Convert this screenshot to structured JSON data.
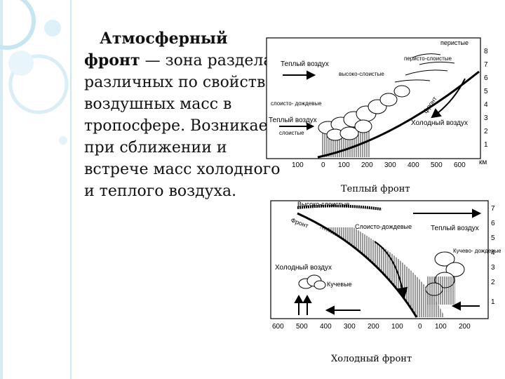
{
  "text": {
    "term": "Атмосферный фронт",
    "definition": " — зона раздела различных по свойствам воздушных масс в тропосфере. Возникает при сближении и встрече масс холодного и теплого воздуха."
  },
  "warm_front": {
    "caption": "Теплый фронт",
    "labels": {
      "warm_air_top": "Теплый воздух",
      "warm_air_left": "Теплый воздух",
      "cold_air": "Холодный воздух",
      "front": "фронт",
      "cirrus": "перистые",
      "cirrostratus": "перисто-слоистые",
      "altostratus": "высоко-слоистые",
      "nimbostratus": "слоисто- дождевые",
      "stratus": "слоистые"
    },
    "height_axis": [
      "8",
      "7",
      "6",
      "5",
      "4",
      "3",
      "2",
      "1"
    ],
    "distance_axis": [
      "100",
      "0",
      "100",
      "200",
      "300",
      "400",
      "500",
      "600"
    ],
    "unit": "км"
  },
  "cold_front": {
    "caption": "Холодный фронт",
    "labels": {
      "altostratus": "Высоко-слоистые",
      "front": "Фронт",
      "nimbostratus": "Слоисто-дождевые",
      "warm_air": "Теплый воздух",
      "cold_air": "Холодный воздух",
      "cumulonimbus": "Кучево- дождевые (ливневые)",
      "cumulus": "Кучевые"
    },
    "height_axis": [
      "7",
      "6",
      "5",
      "4",
      "3",
      "2",
      "1"
    ],
    "distance_axis": [
      "600",
      "500",
      "400",
      "300",
      "200",
      "100",
      "0",
      "100",
      "200"
    ]
  }
}
